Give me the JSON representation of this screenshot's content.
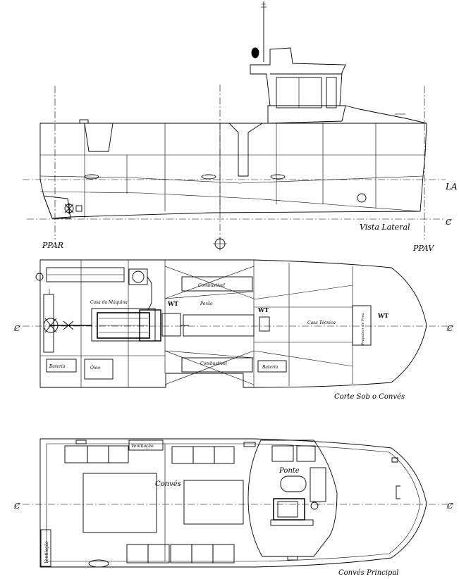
{
  "labels": {
    "vista_lateral": "Vista Lateral",
    "ppar": "PPAR",
    "ppav": "PPAV",
    "la": "LA",
    "cl": "Ȼ",
    "casa_maquina": "Casa da Máquina",
    "porao": "Porão",
    "combustivel_top": "Combustível",
    "combustivel_bottom": "Combustível",
    "wt_1": "WT",
    "wt_2": "WT",
    "wt_3": "WT",
    "casa_tecnica": "Casa Técnica",
    "propulsor_proa": "Propulsor de Proa",
    "bateria_1": "Bateria",
    "oleo": "Óleo",
    "bateria_2": "Bateria",
    "corte_sob_conves": "Corte Sob o Convés",
    "ventilacao_top": "Ventilação",
    "conves": "Convés",
    "ponte": "Ponte",
    "ventilacao_side": "Ventilação",
    "conves_principal": "Convés Principal"
  }
}
